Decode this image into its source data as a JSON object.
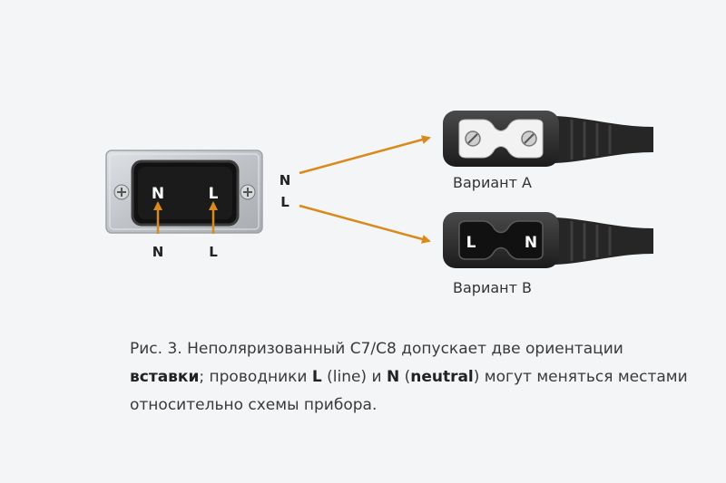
{
  "socket": {
    "pin_left": "N",
    "pin_right": "L",
    "under_left": "N",
    "under_right": "L"
  },
  "wires": {
    "top": "N",
    "bottom": "L"
  },
  "variants": [
    {
      "label": "Вариант A"
    },
    {
      "label": "Вариант B",
      "pin_left": "L",
      "pin_right": "N"
    }
  ],
  "caption": {
    "p1": "Рис. 3. Неполяризованный C7/C8 допускает две ориентации ",
    "b1": "вставки",
    "p2": "; проводники ",
    "b2": "L",
    "p3": " (line) и ",
    "b3": "N",
    "p4": " (",
    "b4": "neutral",
    "p5": ") могут меняться мес­тами относительно схемы прибора."
  },
  "colors": {
    "arrow": "#d88a1e",
    "plug_body": "#2b2b2b",
    "socket_metal": "#bfc3c7"
  }
}
